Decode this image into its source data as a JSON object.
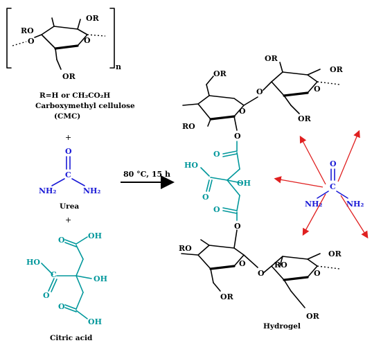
{
  "cmc": {
    "label_r": "R=H or CH₂CO₂H",
    "name": "Carboxymethyl cellulose",
    "abbr": "(CMC)",
    "sub_n": "n",
    "or": "OR",
    "ro": "RO"
  },
  "plus": "+",
  "urea": {
    "name": "Urea",
    "o": "O",
    "c": "C",
    "nh2": "NH₂"
  },
  "citric": {
    "name": "Citric acid",
    "oh": "OH",
    "ho": "HO",
    "o": "O"
  },
  "reaction": {
    "condition": "80 °C,  15 h"
  },
  "product": {
    "name": "Hydrogel",
    "or": "OR",
    "ro": "RO",
    "o": "O",
    "oh": "OH",
    "ho": "HO"
  },
  "colors": {
    "cmc": "#000000",
    "urea": "#1a1ad6",
    "citric": "#00979b",
    "interaction_arrows": "#e02020"
  }
}
